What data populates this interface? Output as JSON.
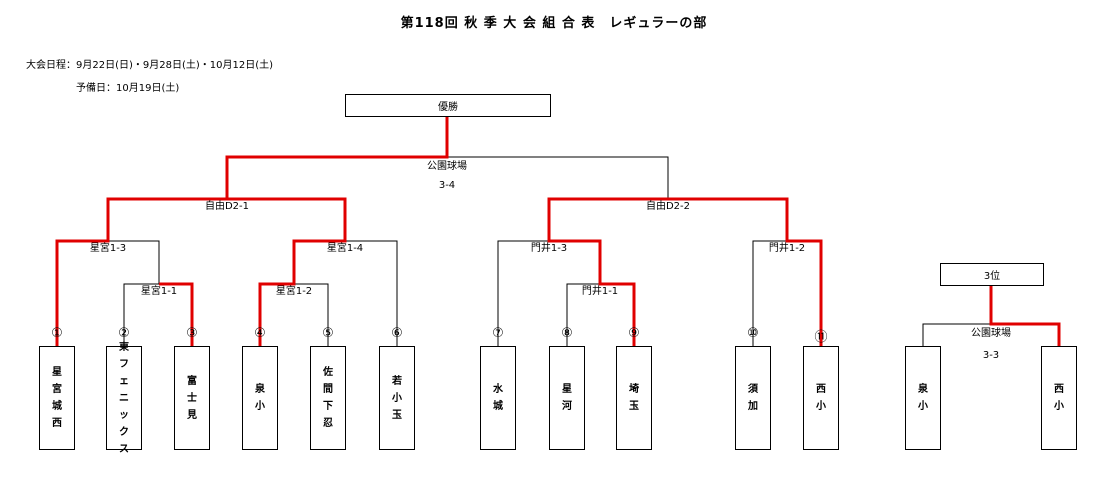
{
  "title": "第118回 秋 季 大 会 組 合 表　レギュラーの部",
  "schedule": {
    "line1": "大会日程：9月22日(日)・9月28日(土)・10月12日(土)",
    "line2": "予備日：10月19日(土)"
  },
  "final_box": "優勝",
  "third_box": "3位",
  "venues": {
    "final": "公園球場",
    "final_code": "3-4",
    "semi_left": "自由D2-1",
    "semi_right": "自由D2-2",
    "q1": "星宮1-3",
    "q2": "星宮1-4",
    "q3": "門井1-3",
    "q4": "門井1-2",
    "r1": "星宮1-1",
    "r2": "星宮1-2",
    "r3": "門井1-1",
    "third": "公園球場",
    "third_code": "3-3"
  },
  "numbers": [
    "①",
    "②",
    "③",
    "④",
    "⑤",
    "⑥",
    "⑦",
    "⑧",
    "⑨",
    "⑩",
    "⑪"
  ],
  "teams": [
    [
      "星",
      "宮",
      "城",
      "西"
    ],
    [
      "東",
      "フ",
      "ェ",
      "ニ",
      "ッ",
      "ク",
      "ス"
    ],
    [
      "富",
      "士",
      "見"
    ],
    [
      "泉",
      "小"
    ],
    [
      "佐",
      "間",
      "下",
      "忍"
    ],
    [
      "若",
      "小",
      "玉"
    ],
    [
      "水",
      "城"
    ],
    [
      "星",
      "河"
    ],
    [
      "埼",
      "玉"
    ],
    [
      "須",
      "加"
    ],
    [
      "西",
      "小"
    ]
  ],
  "third_teams": [
    [
      "泉",
      "小"
    ],
    [
      "西",
      "小"
    ]
  ],
  "colors": {
    "winner_line": "#e00000",
    "line": "#000000"
  }
}
